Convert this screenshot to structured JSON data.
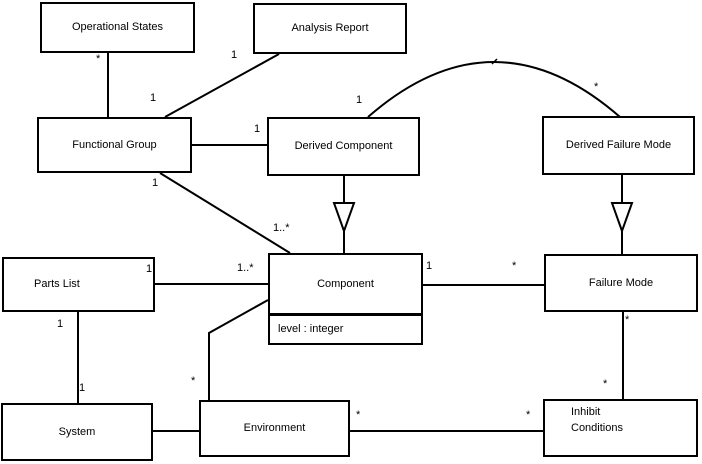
{
  "diagram": {
    "kind": "uml-class-diagram",
    "colors": {
      "background": "#ffffff",
      "line": "#000000",
      "box_fill": "#ffffff",
      "text": "#000000"
    },
    "classes": {
      "operational_states": {
        "name": "Operational States"
      },
      "analysis_report": {
        "name": "Analysis Report"
      },
      "functional_group": {
        "name": "Functional Group"
      },
      "derived_component": {
        "name": "Derived Component"
      },
      "derived_failure_mode": {
        "name": "Derived Failure Mode"
      },
      "component": {
        "name": "Component",
        "attribute": "level : integer"
      },
      "failure_mode": {
        "name": "Failure Mode"
      },
      "parts_list": {
        "name": "Parts List"
      },
      "system": {
        "name": "System"
      },
      "environment": {
        "name": "Environment"
      },
      "inhibit_conditions": {
        "name": "Inhibit Conditions"
      }
    },
    "multiplicities": {
      "opstates_end": "*",
      "fg_end_opstates": "1",
      "analysis_report_end": "1",
      "dc_end_fg": "1",
      "dc_end_arc": "1",
      "dfm_end_arc": "*",
      "fg_end_component": "1",
      "component_end_fg": "1..*",
      "partslist_end": "1",
      "component_end_partslist": "1..*",
      "component_end_fm": "1",
      "fm_end_component": "*",
      "partslist_end_system": "1",
      "system_end_partslist": "1",
      "environment_end_component": "*",
      "fm_end_inhibit": "*",
      "inhibit_end_fm": "*",
      "environment_end_inhibit": "*",
      "inhibit_end_environment": "*"
    }
  }
}
